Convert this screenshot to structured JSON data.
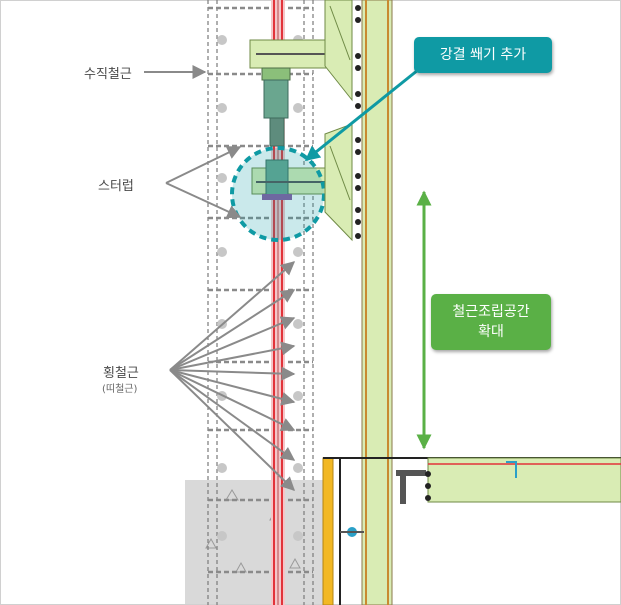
{
  "labels": {
    "vertical_rebar": "수직철근",
    "stirrup": "스터럽",
    "horizontal_rebar": "횡철근",
    "horizontal_rebar_sub": "(띠철근)"
  },
  "callouts": {
    "wedge": "강결 쐐기 추가",
    "space_line1": "철근조립공간",
    "space_line2": "확대"
  },
  "colors": {
    "teal_accent": "#0f9aa4",
    "green_accent": "#5ab046",
    "panel_green": "#d9ecb4",
    "rebar_red": "#e2333a",
    "steel_yellow": "#f2b824",
    "concrete_gray": "#d9d9d9"
  },
  "icons": [
    "double-arrow-icon",
    "callout-arrow-icon"
  ]
}
